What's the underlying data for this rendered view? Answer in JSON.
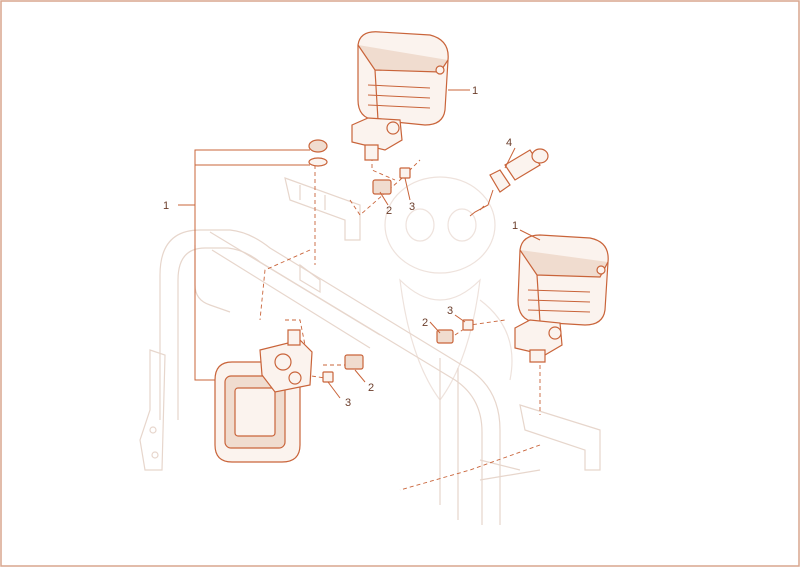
{
  "diagram": {
    "callouts": [
      {
        "id": "c1-top",
        "text": "1"
      },
      {
        "id": "c1-left",
        "text": "1"
      },
      {
        "id": "c1-right",
        "text": "1"
      },
      {
        "id": "c2-top",
        "text": "2"
      },
      {
        "id": "c3-top",
        "text": "3"
      },
      {
        "id": "c4",
        "text": "4"
      },
      {
        "id": "c2-right",
        "text": "2"
      },
      {
        "id": "c3-right",
        "text": "3"
      },
      {
        "id": "c2-bottom",
        "text": "2"
      },
      {
        "id": "c3-bottom",
        "text": "3"
      }
    ]
  },
  "colors": {
    "line": "#c9643a",
    "frame": "#e7d6cc",
    "border": "#d9a68e",
    "text": "#6b3d2a"
  }
}
